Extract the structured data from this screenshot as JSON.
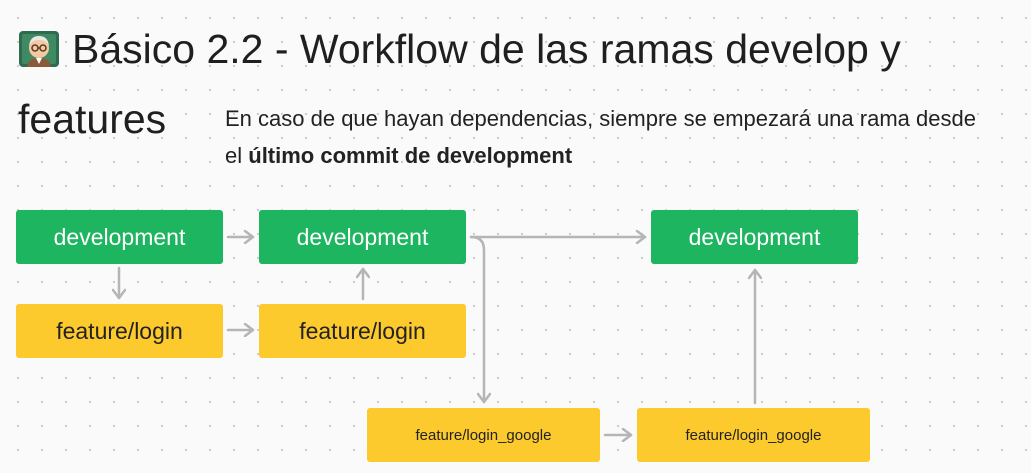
{
  "title": {
    "emoji_icon": "teacher-emoji-icon",
    "line1": "Básico 2.2 - Workflow de las ramas develop y",
    "line2": "features"
  },
  "subtitle": {
    "text_plain": "En caso de que hayan dependencias, siempre se empezará una rama desde el ",
    "text_bold": "último commit de development"
  },
  "nodes": {
    "dev1": "development",
    "dev2": "development",
    "dev3": "development",
    "feat1": "feature/login",
    "feat2": "feature/login",
    "google1": "feature/login_google",
    "google2": "feature/login_google"
  },
  "colors": {
    "development": "#1db55f",
    "feature": "#fcca2d",
    "arrow": "#b5b5b5"
  }
}
